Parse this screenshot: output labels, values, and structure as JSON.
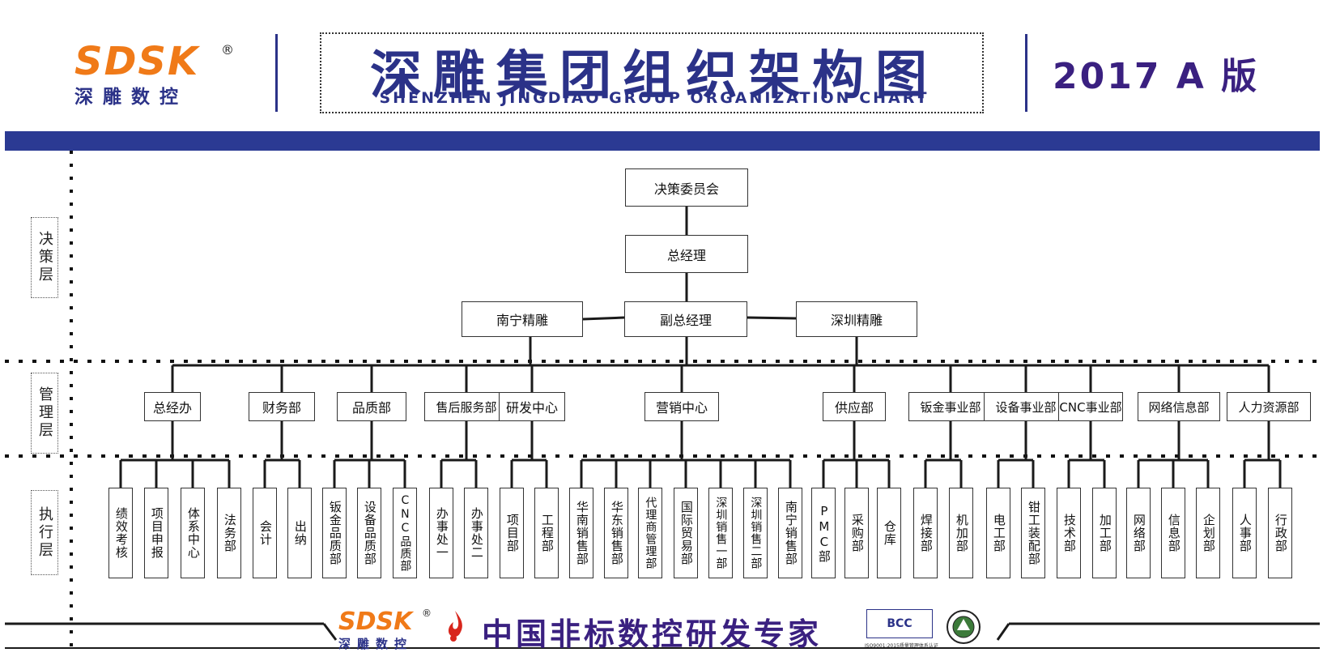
{
  "header": {
    "logo_text": "SDSK",
    "logo_registered": "®",
    "logo_cn": "深雕数控",
    "title_cn": "深雕集团组织架构图",
    "title_en": "SHENZHEN JINGDIAO GROUP ORGANIZATION CHART",
    "version": "2017 A 版"
  },
  "layers": [
    "决策层",
    "管理层",
    "执行层"
  ],
  "org": {
    "top": [
      "决策委员会",
      "总经理",
      "副总经理"
    ],
    "branches": [
      "南宁精雕",
      "深圳精雕"
    ],
    "departments": [
      {
        "name": "总经办",
        "units": [
          "绩效考核",
          "项目申报",
          "体系中心",
          "法务部"
        ]
      },
      {
        "name": "财务部",
        "units": [
          "会计",
          "出纳"
        ]
      },
      {
        "name": "品质部",
        "units": [
          "钣金品质部",
          "设备品质部",
          "CNC品质部"
        ]
      },
      {
        "name": "售后服务部",
        "units": [
          "办事处一",
          "办事处二"
        ]
      },
      {
        "name": "研发中心",
        "units": [
          "项目部",
          "工程部"
        ]
      },
      {
        "name": "营销中心",
        "units": [
          "华南销售部",
          "华东销售部",
          "代理商管理部",
          "国际贸易部",
          "深圳销售一部",
          "深圳销售二部",
          "南宁销售部"
        ]
      },
      {
        "name": "供应部",
        "units": [
          "PMC部",
          "采购部",
          "仓库"
        ]
      },
      {
        "name": "钣金事业部",
        "units": [
          "焊接部",
          "机加部"
        ]
      },
      {
        "name": "设备事业部",
        "units": [
          "电工部",
          "钳工装配部"
        ]
      },
      {
        "name": "CNC事业部",
        "units": [
          "技术部",
          "加工部"
        ]
      },
      {
        "name": "网络信息部",
        "units": [
          "网络部",
          "信息部",
          "企划部"
        ]
      },
      {
        "name": "人力资源部",
        "units": [
          "人事部",
          "行政部"
        ]
      }
    ]
  },
  "footer": {
    "logo_text": "SDSK",
    "logo_registered": "®",
    "logo_cn": "深雕数控",
    "slogan": "中国非标数控研发专家",
    "cert": "BCC",
    "cert_caption": "ISO9001:2015质量管理体系认证"
  },
  "colors": {
    "navy": "#2b3288",
    "band": "#2b3a93",
    "orange": "#f07a18",
    "purple": "#3a2080",
    "line": "#1a1a1a"
  }
}
